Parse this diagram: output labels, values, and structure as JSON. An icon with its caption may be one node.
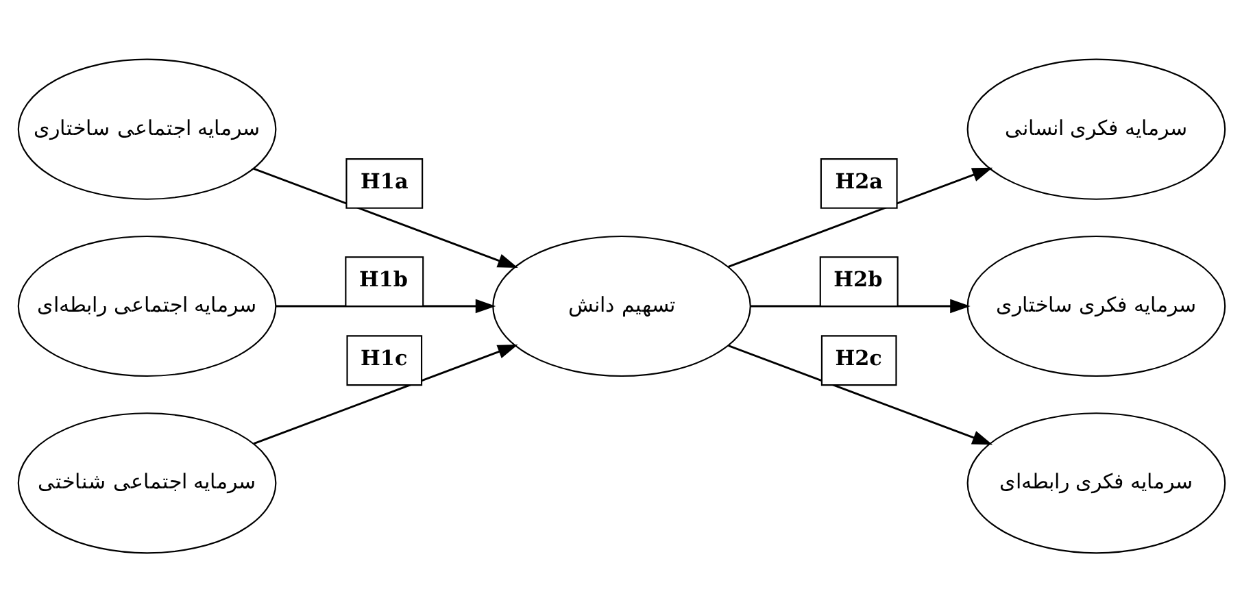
{
  "diagram": {
    "nodes": [
      {
        "text": [
          "سرمایه اجتماعی ساختاری"
        ]
      },
      {
        "text": [
          "سرمایه اجتماعی رابطه‌ای"
        ]
      },
      {
        "text": [
          "سرمایه اجتماعی شناختی"
        ]
      },
      {
        "text": [
          "تسهیم دانش"
        ]
      },
      {
        "text": [
          "سرمایه فکری انسانی"
        ]
      },
      {
        "text": [
          "سرمایه فکری ساختاری"
        ]
      },
      {
        "text": [
          "سرمایه فکری رابطه‌ای"
        ]
      }
    ],
    "edges": [
      {
        "from": 0,
        "to": 3,
        "arrow": "to",
        "label": "H1a"
      },
      {
        "from": 1,
        "to": 3,
        "arrow": "to",
        "label": "H1b"
      },
      {
        "from": 2,
        "to": 3,
        "arrow": "to",
        "label": "H1c"
      },
      {
        "from": 3,
        "to": 4,
        "arrow": "to",
        "label": "H2a"
      },
      {
        "from": 3,
        "to": 5,
        "arrow": "to",
        "label": "H2b"
      },
      {
        "from": 3,
        "to": 6,
        "arrow": "to",
        "label": "H2c"
      }
    ]
  }
}
